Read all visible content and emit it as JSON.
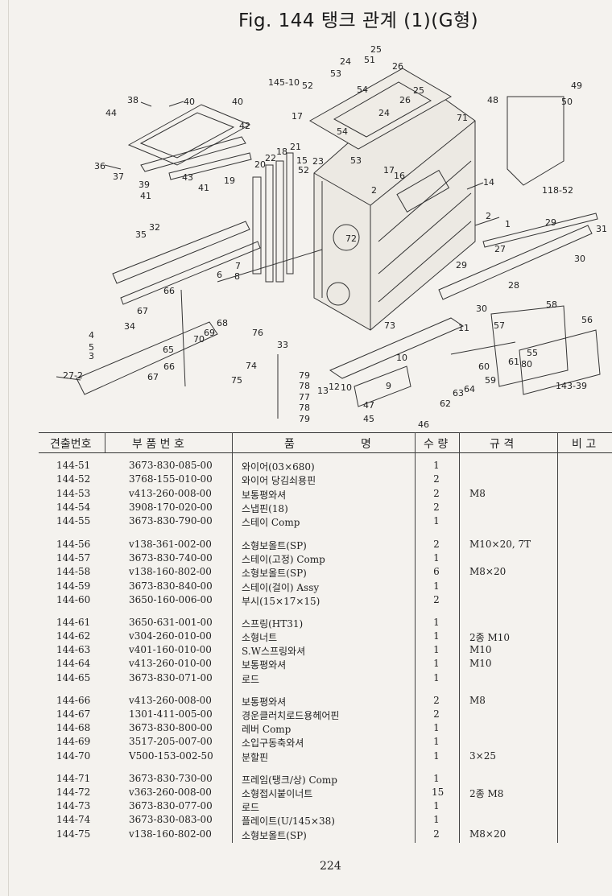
{
  "title": "Fig. 144  탱크 관계 (1)(G형)",
  "table": {
    "headers": [
      "견출번호",
      "부 품 번 호",
      "품",
      "명",
      "수 량",
      "규 격",
      "비 고"
    ],
    "rows": [
      {
        "no": "144-51",
        "part": "3673-830-085-00",
        "name": "와이어(03×680)",
        "qty": "1",
        "spec": ""
      },
      {
        "no": "144-52",
        "part": "3768-155-010-00",
        "name": "와이어 당김쇠용핀",
        "qty": "2",
        "spec": ""
      },
      {
        "no": "144-53",
        "part": "v413-260-008-00",
        "name": "보통평와셔",
        "qty": "2",
        "spec": "M8"
      },
      {
        "no": "144-54",
        "part": "3908-170-020-00",
        "name": "스냅핀(18)",
        "qty": "2",
        "spec": ""
      },
      {
        "no": "144-55",
        "part": "3673-830-790-00",
        "name": "스테이 Comp",
        "qty": "1",
        "spec": ""
      },
      {
        "no": "144-56",
        "part": "v138-361-002-00",
        "name": "소형보올트(SP)",
        "qty": "2",
        "spec": "M10×20, 7T"
      },
      {
        "no": "144-57",
        "part": "3673-830-740-00",
        "name": "스테이(고정) Comp",
        "qty": "1",
        "spec": ""
      },
      {
        "no": "144-58",
        "part": "v138-160-802-00",
        "name": "소형보올트(SP)",
        "qty": "6",
        "spec": "M8×20"
      },
      {
        "no": "144-59",
        "part": "3673-830-840-00",
        "name": "스테이(걸이) Assy",
        "qty": "1",
        "spec": ""
      },
      {
        "no": "144-60",
        "part": "3650-160-006-00",
        "name": "부시(15×17×15)",
        "qty": "2",
        "spec": ""
      },
      {
        "no": "144-61",
        "part": "3650-631-001-00",
        "name": "스프링(HT31)",
        "qty": "1",
        "spec": ""
      },
      {
        "no": "144-62",
        "part": "v304-260-010-00",
        "name": "소형너트",
        "qty": "1",
        "spec": "2종 M10"
      },
      {
        "no": "144-63",
        "part": "v401-160-010-00",
        "name": "S.W스프링와셔",
        "qty": "1",
        "spec": "M10"
      },
      {
        "no": "144-64",
        "part": "v413-260-010-00",
        "name": "보통평와셔",
        "qty": "1",
        "spec": "M10"
      },
      {
        "no": "144-65",
        "part": "3673-830-071-00",
        "name": "로드",
        "qty": "1",
        "spec": ""
      },
      {
        "no": "144-66",
        "part": "v413-260-008-00",
        "name": "보통평와셔",
        "qty": "2",
        "spec": "M8"
      },
      {
        "no": "144-67",
        "part": "1301-411-005-00",
        "name": "경운클러치로드용헤어핀",
        "qty": "2",
        "spec": ""
      },
      {
        "no": "144-68",
        "part": "3673-830-800-00",
        "name": "레버 Comp",
        "qty": "1",
        "spec": ""
      },
      {
        "no": "144-69",
        "part": "3517-205-007-00",
        "name": "소입구동축와셔",
        "qty": "1",
        "spec": ""
      },
      {
        "no": "144-70",
        "part": "V500-153-002-50",
        "name": "분할핀",
        "qty": "1",
        "spec": "3×25"
      },
      {
        "no": "144-71",
        "part": "3673-830-730-00",
        "name": "프레임(탱크/상) Comp",
        "qty": "1",
        "spec": ""
      },
      {
        "no": "144-72",
        "part": "v363-260-008-00",
        "name": "소형접시붙이너트",
        "qty": "15",
        "spec": "2종 M8"
      },
      {
        "no": "144-73",
        "part": "3673-830-077-00",
        "name": "로드",
        "qty": "1",
        "spec": ""
      },
      {
        "no": "144-74",
        "part": "3673-830-083-00",
        "name": "플레이트(U/145×38)",
        "qty": "1",
        "spec": ""
      },
      {
        "no": "144-75",
        "part": "v138-160-802-00",
        "name": "소형보올트(SP)",
        "qty": "2",
        "spec": "M8×20"
      }
    ]
  },
  "callouts": [
    "25",
    "51",
    "24",
    "26",
    "53",
    "52",
    "145-10",
    "54",
    "49",
    "50",
    "48",
    "38",
    "40",
    "40",
    "44",
    "42",
    "24",
    "26",
    "25",
    "17",
    "71",
    "54",
    "21",
    "36",
    "37",
    "39",
    "43",
    "41",
    "41",
    "19",
    "20",
    "22",
    "18",
    "15",
    "52",
    "23",
    "53",
    "16",
    "2",
    "14",
    "118-52",
    "1",
    "72",
    "29",
    "31",
    "30",
    "35",
    "32",
    "6",
    "7",
    "27",
    "28",
    "8",
    "29",
    "66",
    "67",
    "34",
    "4",
    "5",
    "3",
    "65",
    "70",
    "69",
    "68",
    "76",
    "33",
    "73",
    "10",
    "11",
    "30",
    "57",
    "58",
    "56",
    "55",
    "61",
    "80",
    "27-2",
    "67",
    "66",
    "75",
    "74",
    "79",
    "78",
    "77",
    "78",
    "79",
    "13",
    "12",
    "10",
    "9",
    "47",
    "45",
    "46",
    "60",
    "62",
    "63",
    "64",
    "59",
    "143-39"
  ],
  "page_number": "224"
}
